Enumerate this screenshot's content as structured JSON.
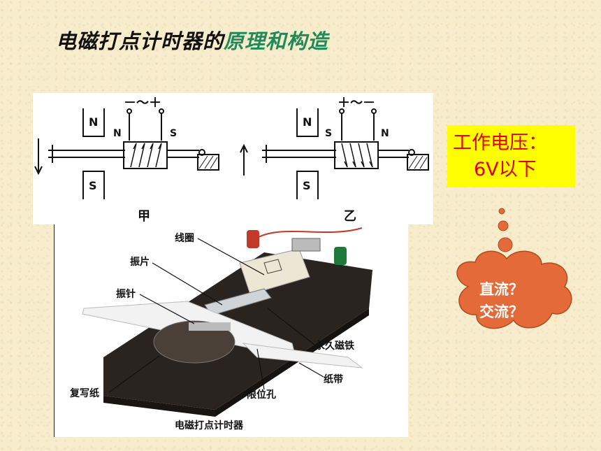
{
  "title": {
    "main": "电磁打点计时器的",
    "highlight": "原理和构造"
  },
  "diagram": {
    "left": {
      "polarity": "－～＋",
      "magnet_top": "N",
      "magnet_bottom": "S",
      "coil_left": "N",
      "coil_right": "S",
      "caption": "甲"
    },
    "right": {
      "polarity": "＋～－",
      "magnet_top": "N",
      "magnet_bottom": "S",
      "coil_left": "S",
      "coil_right": "N",
      "caption": "乙"
    }
  },
  "photo": {
    "labels": {
      "coil": "线圈",
      "vibrating_piece": "振片",
      "vibrating_needle": "振针",
      "permanent_magnet": "永久磁铁",
      "carbon_paper": "复写纸",
      "limit_hole": "限位孔",
      "paper_tape": "纸带"
    },
    "caption": "电磁打点计时器"
  },
  "voltage": {
    "line1": "工作电压：",
    "line2": "6V以下"
  },
  "cloud": {
    "line1": "直流？",
    "line2": "交流？"
  },
  "colors": {
    "title_highlight": "#1f8a5a",
    "voltage_bg": "#ffff00",
    "voltage_text": "#e00000",
    "cloud": "#e46a3a"
  }
}
